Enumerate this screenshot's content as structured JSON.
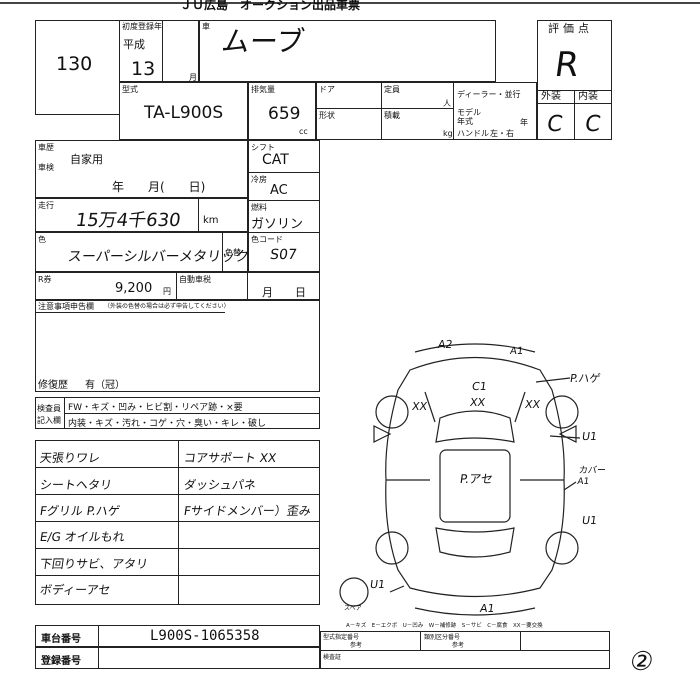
{
  "header": {
    "title": "ＪＵ広島　オークション出品車票",
    "lot_number": "130"
  },
  "registration": {
    "label": "初度登録年",
    "era": "平成",
    "year": "13",
    "month_suffix": "月"
  },
  "car_name": {
    "label": "車",
    "value": "ムーブ"
  },
  "rating": {
    "label": "評価点",
    "value": "R",
    "exterior_label": "外装",
    "exterior_value": "C",
    "interior_label": "内装",
    "interior_value": "C"
  },
  "model": {
    "label": "型式",
    "value": "TA-L900S"
  },
  "displacement": {
    "label": "排気量",
    "value": "659",
    "unit": "cc"
  },
  "misc_labels": {
    "doors": "ドア",
    "capacity": "定員",
    "capacity_unit": "人",
    "dealer": "ディーラー・並行",
    "body_shape": "形状",
    "load": "積載",
    "load_unit": "kg",
    "model_year": "モデル年式",
    "year_unit": "年",
    "handle": "ハンドル",
    "handle_value": "左・右"
  },
  "vehicle_info": {
    "inspection_label": "車歴",
    "inspection_value": "自家用",
    "shaken_label": "車検",
    "shaken_value": "年　　月(　　日)",
    "mileage_label": "走行",
    "mileage_value": "15万4千630",
    "mileage_unit": "km",
    "color_label": "色",
    "color_value": "スーパーシルバーメタリック",
    "color_change_label": "色替",
    "recycle_label": "R券",
    "recycle_value": "9,200",
    "recycle_unit": "円",
    "tax_label": "自動車税",
    "tax_value": "月　　日"
  },
  "specs": {
    "shift_label": "シフト",
    "shift_value": "CAT",
    "ac_label": "冷房",
    "ac_value": "AC",
    "fuel_label": "燃料",
    "fuel_value": "ガソリン",
    "color_code_label": "色コード",
    "color_code_value": "S07"
  },
  "notes": {
    "label": "注意事項申告欄",
    "sub_label": "（外装の色替の場合は必ず申告してください）",
    "repair_label": "修復歴",
    "repair_value": "有（冠）"
  },
  "condition": {
    "check_label": "検査員",
    "entry_label": "記入欄",
    "row1": "FW・キズ・凹み・ヒビ割・リペア跡・×要",
    "row2": "内装・キズ・汚れ・コゲ・穴・臭い・キレ・破し"
  },
  "remarks_left": [
    "天張りワレ",
    "シートヘタリ",
    "Fグリル P.ハゲ",
    "E/G オイルもれ",
    "下回りサビ、アタリ",
    "ボディーアセ"
  ],
  "remarks_right": [
    "コアサポート XX",
    "ダッシュパネ",
    "Fサイドメンバー）歪み"
  ],
  "diagram": {
    "labels": {
      "top": "A2",
      "a1_top": "A1",
      "xx1": "XX",
      "c1": "C1",
      "xx_center": "XX",
      "xx2": "XX",
      "p_hage": "P.ハゲ",
      "u1_a": "U1",
      "center": "P.アセ",
      "bumper": "カバー A1",
      "u1_b": "U1",
      "u1_c": "U1",
      "a1_bottom": "A1"
    },
    "legend": "A－キズ　E－エクボ　U－凹み　W－補修跡　S－サビ　C－腐食　XX－要交換",
    "spare": "スペア"
  },
  "footer": {
    "chassis_label": "車台番号",
    "chassis_value": "L900S-1065358",
    "reg_label": "登録番号",
    "form_label1": "型式指定番号",
    "form_label2": "類別区分番号",
    "ref1": "参考",
    "ref2": "参考",
    "cert_label": "検査証",
    "page_mark": "②"
  }
}
